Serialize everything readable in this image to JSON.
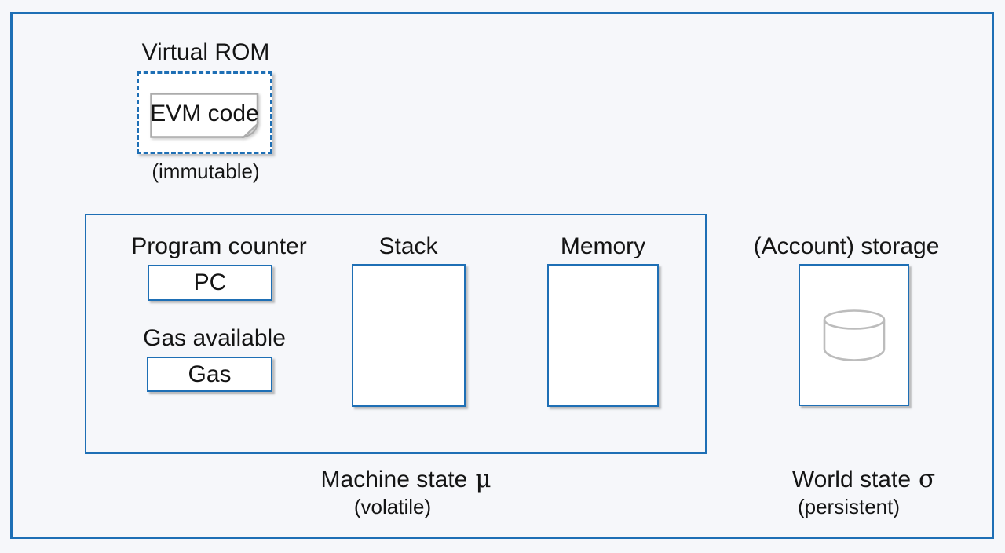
{
  "colors": {
    "accent_blue": "#1e6fb5",
    "background": "#f6f7fa",
    "box_fill": "#ffffff",
    "doc_border": "#ababab",
    "cylinder_gray": "#bcbcbc",
    "text": "#141414"
  },
  "rom": {
    "title": "Virtual ROM",
    "doc_label": "EVM code",
    "note": "(immutable)",
    "icon": "document-folded-corner-icon"
  },
  "machine": {
    "program_counter_label": "Program counter",
    "pc_value": "PC",
    "gas_label": "Gas available",
    "gas_value": "Gas",
    "stack_label": "Stack",
    "memory_label": "Memory",
    "caption": "Machine state",
    "symbol": "μ",
    "note": "(volatile)"
  },
  "world": {
    "storage_label": "(Account) storage",
    "caption": "World state",
    "symbol": "σ",
    "note": "(persistent)",
    "icon": "database-cylinder-icon"
  }
}
